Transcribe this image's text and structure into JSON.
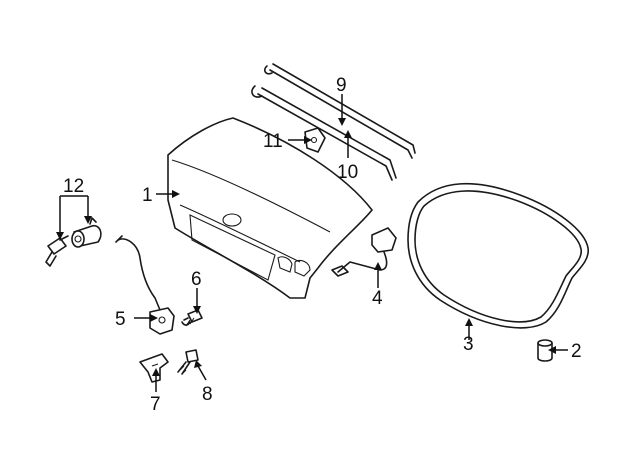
{
  "diagram": {
    "callouts": [
      {
        "id": "c1",
        "text": "1"
      },
      {
        "id": "c2",
        "text": "2"
      },
      {
        "id": "c3",
        "text": "3"
      },
      {
        "id": "c4",
        "text": "4"
      },
      {
        "id": "c5",
        "text": "5"
      },
      {
        "id": "c6",
        "text": "6"
      },
      {
        "id": "c7",
        "text": "7"
      },
      {
        "id": "c8",
        "text": "8"
      },
      {
        "id": "c9",
        "text": "9"
      },
      {
        "id": "c10",
        "text": "10"
      },
      {
        "id": "c11",
        "text": "11"
      },
      {
        "id": "c12",
        "text": "12"
      }
    ],
    "colors": {
      "line": "#1a1a1a",
      "background": "#ffffff"
    }
  }
}
